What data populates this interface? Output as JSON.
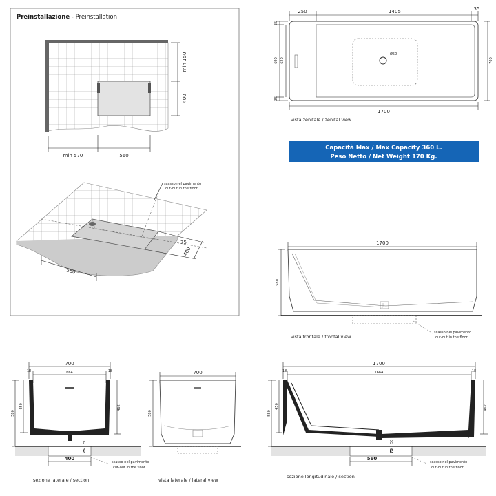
{
  "preinstallation": {
    "title_bold": "Preinstallazione",
    "title_rest": " - Preinstallation",
    "dim_min150": "min 150",
    "dim_400_side": "400",
    "dim_min570": "min 570",
    "dim_560": "560",
    "recess_note_it": "scasso nel pavimento",
    "recess_note_en": "cut-out in the floor",
    "dim_75": "75",
    "dim_400_iso": "400",
    "dim_560_iso": "560"
  },
  "top_view": {
    "dim_250": "250",
    "dim_1405": "1405",
    "dim_35_top": "35",
    "dim_35_a": "35",
    "dim_35_b": "35",
    "dim_690": "690",
    "dim_620": "620",
    "dim_700": "700",
    "drain": "Ø50",
    "dim_1700": "1700",
    "caption": "vista zenitale / zenital view"
  },
  "info_box": {
    "bg_color": "#1565b6",
    "line1": "Capacità Max / Max Capacity 360 L.",
    "line2": "Peso Netto / Net Weight 170 Kg."
  },
  "front_view": {
    "dim_1700": "1700",
    "dim_580": "580",
    "recess_it": "scasso nel pavimento",
    "recess_en": "cut-out in the floor",
    "caption": "vista frontale / frontal view"
  },
  "side_section": {
    "dim_700": "700",
    "dim_18_l": "18",
    "dim_664": "664",
    "dim_18_r": "18",
    "dim_580": "580",
    "dim_450": "450",
    "dim_462": "462",
    "dim_50": "50",
    "dim_75": "75",
    "dim_400": "400",
    "recess_it": "scasso nel pavimento",
    "recess_en": "cut-out in the floor",
    "caption": "sezione laterale / section"
  },
  "lateral_view": {
    "dim_700": "700",
    "dim_580": "580",
    "caption": "vista laterale / lateral view"
  },
  "long_section": {
    "dim_1700": "1700",
    "dim_18_l": "18",
    "dim_1664": "1664",
    "dim_18_r": "18",
    "dim_580": "580",
    "dim_450": "450",
    "dim_462": "462",
    "dim_50": "50",
    "dim_75": "75",
    "dim_560": "560",
    "recess_it": "scasso nel pavimento",
    "recess_en": "cut-out in the floor",
    "caption": "sezione longitudinale / section"
  }
}
